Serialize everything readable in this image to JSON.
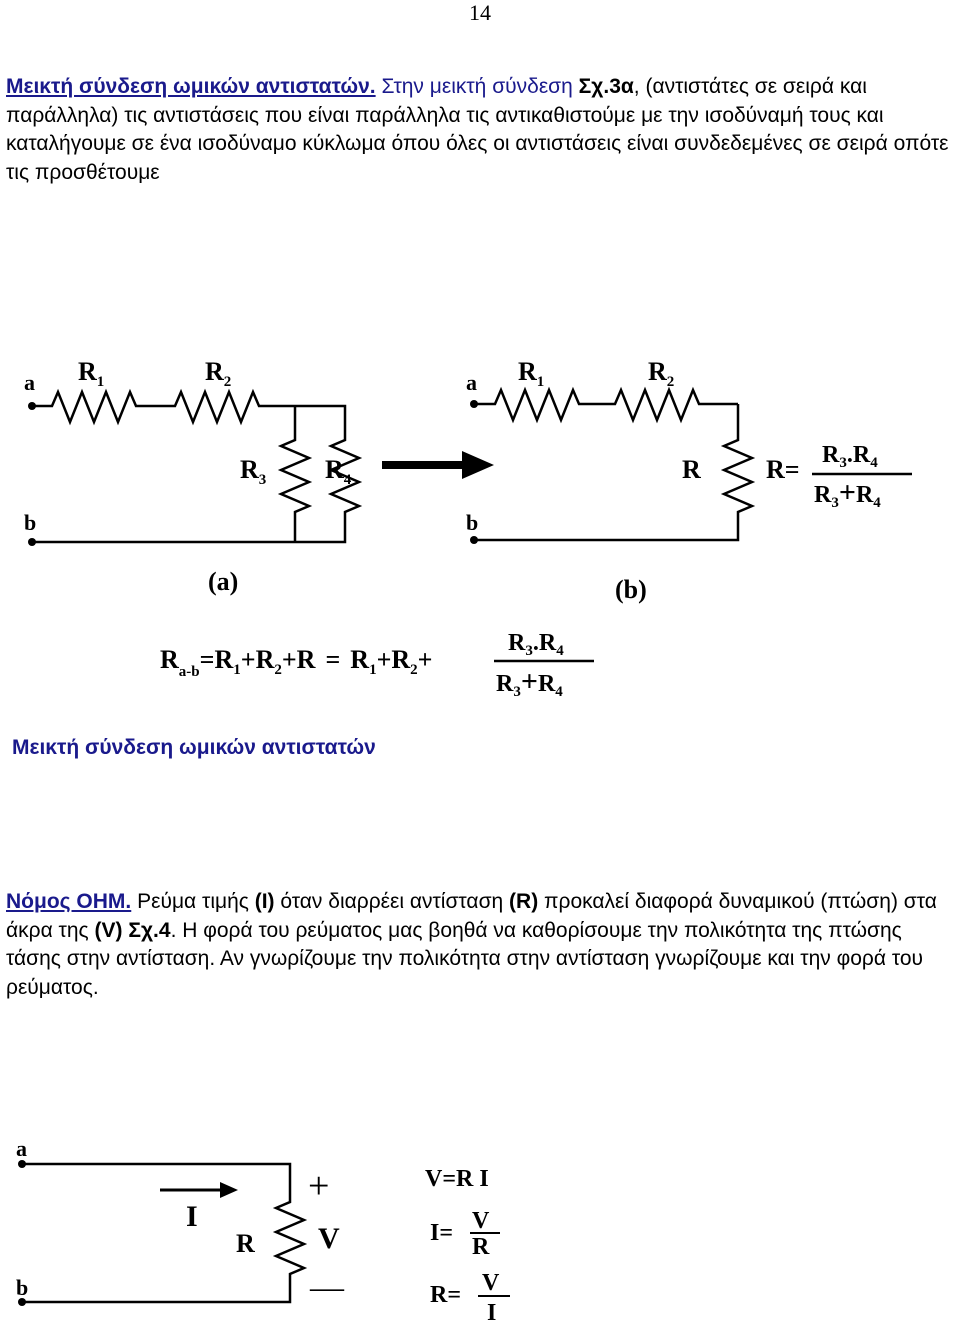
{
  "page_number": "14",
  "paragraph1": {
    "heading": "Μεικτή σύνδεση ωμικών αντιστατών.",
    "intro": "Στην μεικτή σύνδεση ",
    "figref": "Σχ.3α",
    "body": ", (αντιστάτες σε σειρά και παράλληλα) τις αντιστάσεις που είναι παράλληλα τις αντικαθιστούμε με την ισοδύναμή τους και καταλήγουμε σε ένα ισοδύναμο κύκλωμα όπου όλες οι αντιστάσεις είναι συνδεδεμένες σε σειρά οπότε τις προσθέτουμε"
  },
  "figure3": {
    "node_a": "a",
    "node_b": "b",
    "R": "R",
    "sub_1": "1",
    "sub_2": "2",
    "sub_3": "3",
    "sub_4": "4",
    "label_a": "(a)",
    "label_b": "(b)",
    "eq_R": "R=",
    "num": "R3.R4",
    "den": "R3 + R4",
    "eq_sub_ab": "a-b",
    "plus": "+",
    "equals": "=",
    "dot": "."
  },
  "caption": "Μεικτή σύνδεση ωμικών αντιστατών",
  "paragraph2": {
    "heading": "Νόμος ΟΗΜ.",
    "t1": " Ρεύμα τιμής ",
    "I": "(Ι)",
    "t2": " όταν διαρρέει αντίσταση ",
    "R": "(R)",
    "t3": " προκαλεί διαφορά δυναμικού (πτώση) στα άκρα της ",
    "V": "(V)",
    "t4": " ",
    "figref": "Σχ.4",
    "t5": ". Η φορά του ρεύματος μας βοηθά να καθορίσουμε την πολικότητα της πτώσης τάσης στην αντίσταση. Αν γνωρίζουμε την πολικότητα στην αντίσταση γνωρίζουμε και την φορά του ρεύματος."
  },
  "figure4": {
    "node_a": "a",
    "node_b": "b",
    "I": "I",
    "R": "R",
    "V": "V",
    "plus": "+",
    "minus": "—",
    "f1": "V=R I",
    "f2_lhs": "I=",
    "f3_lhs": "R="
  }
}
